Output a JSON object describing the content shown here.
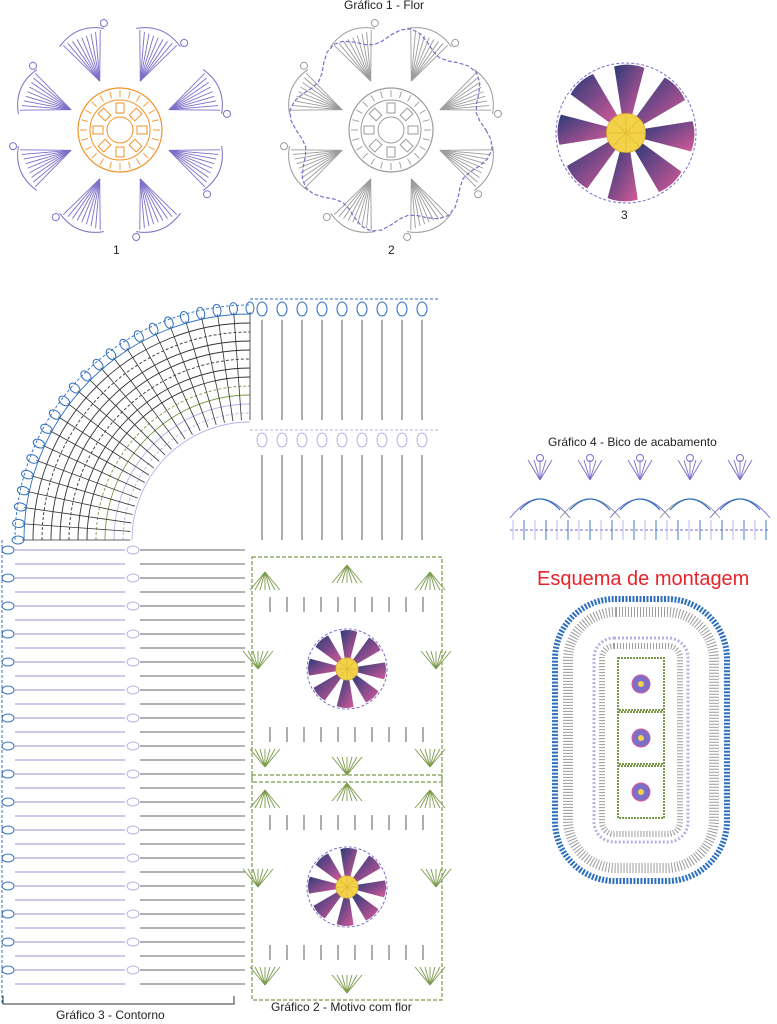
{
  "titles": {
    "grafico1": "Gráfico 1 - Flor",
    "grafico2": "Gráfico 2 - Motivo com flor",
    "grafico3": "Gráfico 3 - Contorno",
    "grafico4": "Gráfico 4 - Bico de acabamento",
    "esquema": "Esquema de montagem"
  },
  "flower_steps": [
    "1",
    "2",
    "3"
  ],
  "colors": {
    "purple": "#7b6fc9",
    "lavender": "#b7b0e6",
    "orange": "#f0922a",
    "blue": "#2f6fc0",
    "navy": "#283a78",
    "pink": "#d85a9a",
    "green": "#7a9a4a",
    "dark": "#333333",
    "yellow": "#f3d24a",
    "red": "#e8232b",
    "gray": "#9b9b9b"
  }
}
